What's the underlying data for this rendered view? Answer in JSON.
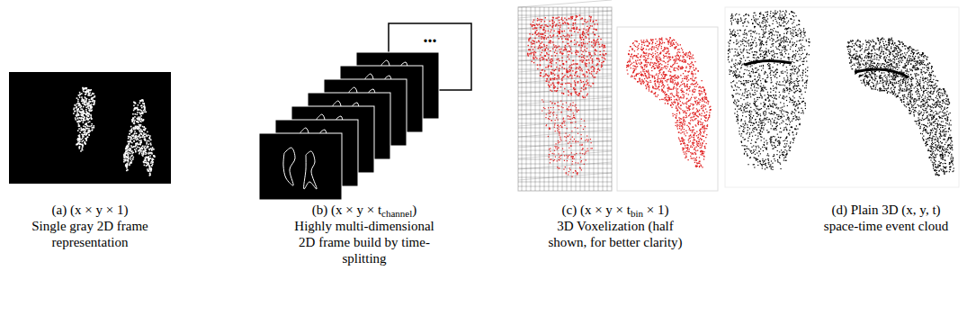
{
  "diagram": {
    "labels": [
      "...",
      "(a) (x × y × 1)",
      "Single gray 2D frame representation",
      "(b) (x × y × t",
      "channel",
      ")",
      "Highly multi-dimensional 2D frame build by time-splitting",
      "(c) (x × y × t",
      "bin",
      " × 1)",
      "3D Voxelization (half shown, for better clarity)",
      "(d) Plain 3D (x, y, t)",
      "space-time event cloud"
    ]
  }
}
